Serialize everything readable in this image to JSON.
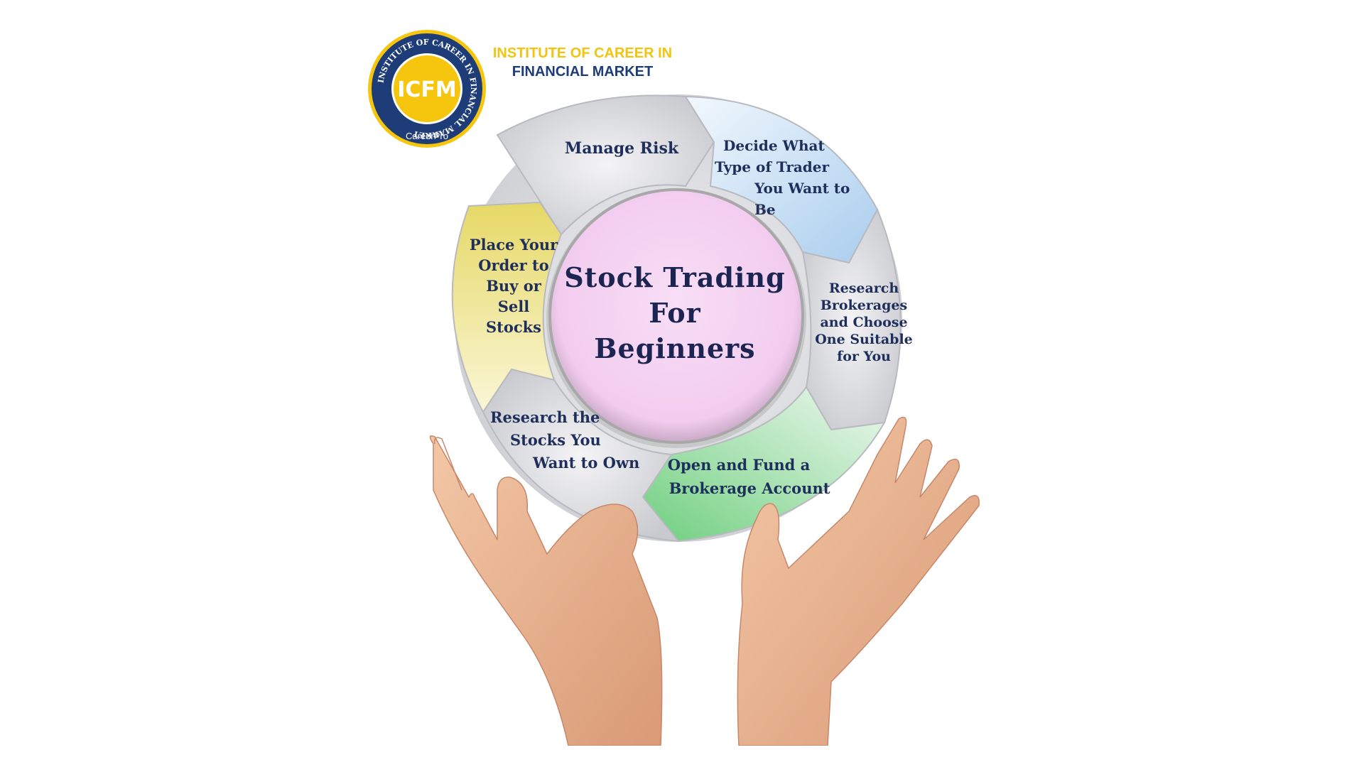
{
  "logo": {
    "ring_text": "INSTITUTE OF CAREER IN FINANCIAL MARKET",
    "badge_text": "ICFM",
    "sub_text": "CareerPro"
  },
  "organization": {
    "line1": "INSTITUTE OF CAREER IN",
    "line2": "FINANCIAL MARKET"
  },
  "diagram": {
    "center_title": [
      "Stock Trading",
      "For",
      "Beginners"
    ],
    "steps": [
      {
        "lines": [
          "Manage Risk"
        ]
      },
      {
        "lines": [
          "Decide What",
          "Type of Trader",
          "You Want to Be"
        ]
      },
      {
        "lines": [
          "Research",
          "Brokerages",
          "and Choose",
          "One Suitable",
          "for You"
        ]
      },
      {
        "lines": [
          "Open and Fund a",
          "Brokerage Account"
        ]
      },
      {
        "lines": [
          "Research the",
          "Stocks You",
          "Want to Own"
        ]
      },
      {
        "lines": [
          "Place Your",
          "Order to",
          "Buy or",
          "Sell",
          "Stocks"
        ]
      }
    ]
  },
  "colors": {
    "logo_gold": "#f5c60d",
    "logo_navy": "#1d3c78",
    "center_pink": "#f5d4f3",
    "segment_grey": "#d7d8dc",
    "segment_blue": "#b8d7f2",
    "segment_green": "#8ed49a",
    "segment_yellow": "#ece27d",
    "text_navy": "#1f2f5c"
  }
}
